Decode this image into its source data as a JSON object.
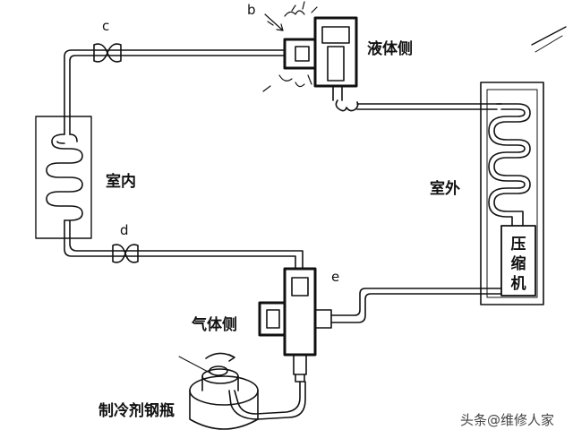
{
  "labels": {
    "valve_b": "b",
    "valve_c": "c",
    "valve_d": "d",
    "valve_e": "e",
    "liquid_side": "液体侧",
    "gas_side": "气体侧",
    "indoor": "室内",
    "outdoor": "室外",
    "compressor_line1": "压",
    "compressor_line2": "缩",
    "compressor_line3": "机",
    "refrigerant_bottle": "制冷剂钢瓶"
  },
  "watermark": "头条@维修人家",
  "colors": {
    "line": "#111111",
    "background": "#ffffff"
  }
}
